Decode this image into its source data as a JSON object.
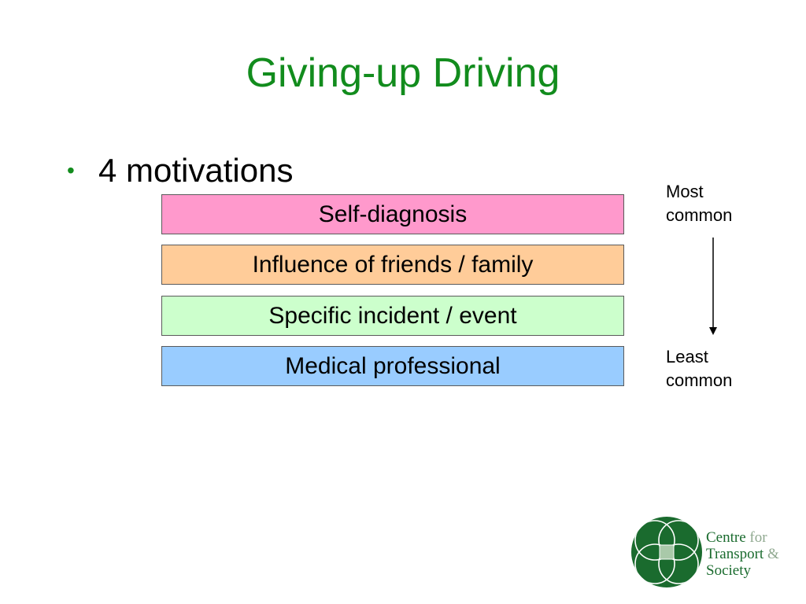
{
  "slide": {
    "title": "Giving-up Driving",
    "bullet": {
      "marker": "•",
      "text": "4 motivations"
    },
    "motivations": [
      {
        "label": "Self-diagnosis",
        "color": "#ff99cc"
      },
      {
        "label": "Influence of friends / family",
        "color": "#ffcc99"
      },
      {
        "label": "Specific incident / event",
        "color": "#ccffcc"
      },
      {
        "label": "Medical professional",
        "color": "#99ccff"
      }
    ],
    "scale": {
      "top_line1": "Most",
      "top_line2": "common",
      "bottom_line1": "Least",
      "bottom_line2": "common"
    }
  },
  "logo": {
    "line1_main": "Centre",
    "line1_light": "for",
    "line2_main": "Transport",
    "line2_light": "&",
    "line3_main": "Society",
    "color": "#1a6b2e"
  },
  "colors": {
    "title": "#128c1d",
    "logo_green": "#1a6b2e"
  }
}
